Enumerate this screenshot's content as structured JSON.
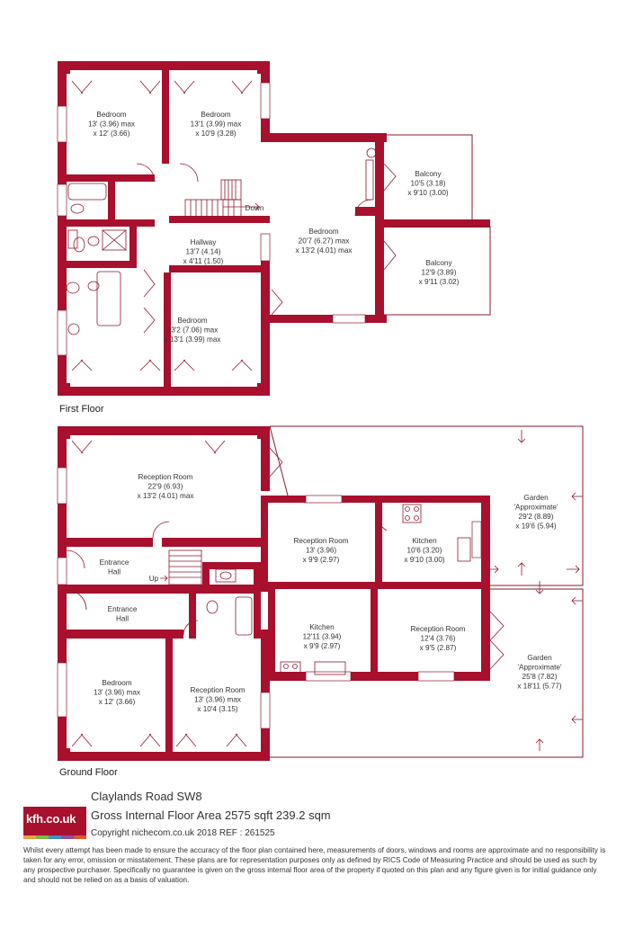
{
  "colors": {
    "wall": "#a8102e",
    "fixture": "#8a1a2e",
    "background": "#ffffff"
  },
  "first_floor": {
    "title": "First Floor",
    "rooms": [
      {
        "id": "ff-bedroom-1",
        "lines": [
          "Bedroom",
          "13' (3.96) max",
          "x 12' (3.66)"
        ]
      },
      {
        "id": "ff-bedroom-2",
        "lines": [
          "Bedroom",
          "13'1 (3.99) max",
          "x 10'9 (3.28)"
        ]
      },
      {
        "id": "ff-balcony-1",
        "lines": [
          "Balcony",
          "10'5 (3.18)",
          "x 9'10 (3.00)"
        ]
      },
      {
        "id": "ff-bedroom-3",
        "lines": [
          "Bedroom",
          "20'7 (6.27) max",
          "x 13'2 (4.01) max"
        ]
      },
      {
        "id": "ff-hallway",
        "lines": [
          "Hallway",
          "13'7 (4.14)",
          "x 4'11 (1.50)"
        ]
      },
      {
        "id": "ff-balcony-2",
        "lines": [
          "Balcony",
          "12'9 (3.89)",
          "x 9'11 (3.02)"
        ]
      },
      {
        "id": "ff-bedroom-4",
        "lines": [
          "Bedroom",
          "23'2 (7.06) max",
          "x 13'1 (3.99) max"
        ]
      }
    ],
    "stair_label": "Down"
  },
  "ground_floor": {
    "title": "Ground Floor",
    "rooms": [
      {
        "id": "gf-reception-1",
        "lines": [
          "Reception Room",
          "22'9 (6.93)",
          "x 13'2 (4.01) max"
        ]
      },
      {
        "id": "gf-garden-1",
        "lines": [
          "Garden",
          "'Approximate'",
          "29'2 (8.89)",
          "x 19'6 (5.94)"
        ]
      },
      {
        "id": "gf-reception-2",
        "lines": [
          "Reception Room",
          "13' (3.96)",
          "x 9'9 (2.97)"
        ]
      },
      {
        "id": "gf-kitchen-1",
        "lines": [
          "Kitchen",
          "10'6 (3.20)",
          "x 9'10 (3.00)"
        ]
      },
      {
        "id": "gf-entrance-hall-1",
        "lines": [
          "Entrance",
          "Hall"
        ]
      },
      {
        "id": "gf-entrance-hall-2",
        "lines": [
          "Entrance",
          "Hall"
        ]
      },
      {
        "id": "gf-kitchen-2",
        "lines": [
          "Kitchen",
          "12'11 (3.94)",
          "x 9'9 (2.97)"
        ]
      },
      {
        "id": "gf-reception-3",
        "lines": [
          "Reception Room",
          "12'4 (3.76)",
          "x 9'5 (2.87)"
        ]
      },
      {
        "id": "gf-garden-2",
        "lines": [
          "Garden",
          "'Approximate'",
          "25'8 (7.82)",
          "x 18'11 (5.77)"
        ]
      },
      {
        "id": "gf-bedroom",
        "lines": [
          "Bedroom",
          "13' (3.96) max",
          "x 12' (3.66)"
        ]
      },
      {
        "id": "gf-reception-4",
        "lines": [
          "Reception Room",
          "13' (3.96) max",
          "x 10'4 (3.15)"
        ]
      }
    ],
    "stair_label": "Up"
  },
  "footer": {
    "logo_text": "kfh.co.uk",
    "address": "Claylands Road SW8",
    "area": "Gross Internal Floor Area 2575 sqft 239.2 sqm",
    "copyright": "Copyright nichecom.co.uk 2018 REF : 261525",
    "disclaimer": "Whilst every attempt has been made to ensure the accuracy of the floor plan contained here, measurements of doors, windows and rooms are approximate and no responsibility is taken for any error, omission or misstatement. These plans are for representation purposes only as defined by RICS Code of Measuring Practice and should be used as such by any prospective purchaser. Specifically no guarantee is given on the gross internal floor area of the property if quoted on this plan and any figure given is for initial guidance only and should not be relied on as a basis of valuation."
  }
}
